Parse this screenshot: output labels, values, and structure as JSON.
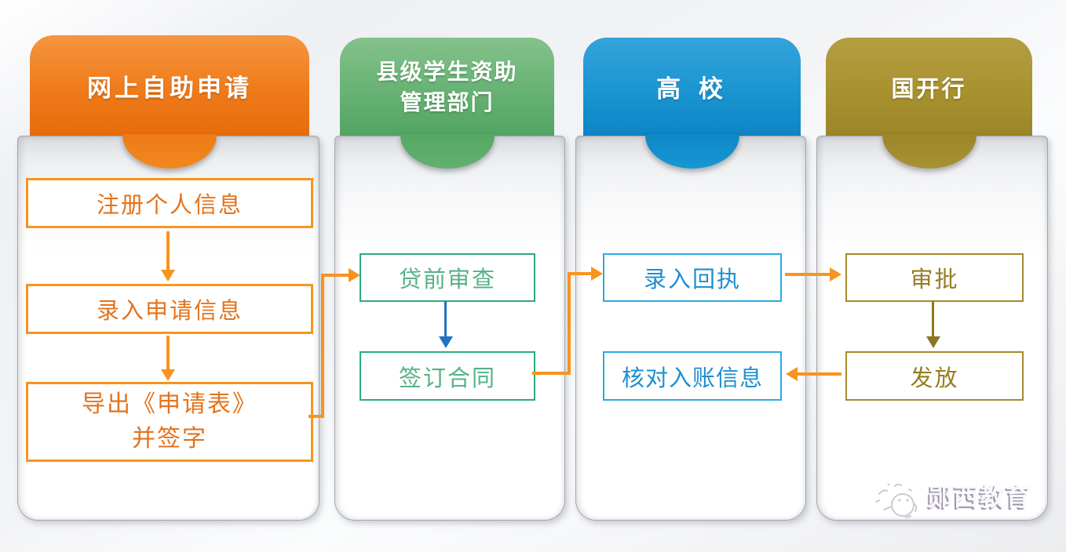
{
  "diagram": {
    "type": "flowchart",
    "columns": [
      {
        "header": {
          "lines": [
            "网上自助申请"
          ]
        },
        "tab_color": "#EE7A16",
        "box_border_color": "#F7941E",
        "box_text_color": "#E4731C",
        "steps": [
          {
            "lines": [
              "注册个人信息"
            ]
          },
          {
            "lines": [
              "录入申请信息"
            ]
          },
          {
            "lines": [
              "导出《申请表》",
              "并签字"
            ]
          }
        ]
      },
      {
        "header": {
          "lines": [
            "县级学生资助",
            "管理部门"
          ]
        },
        "tab_color": "#5AAA6E",
        "box_border_color": "#2CAB7C",
        "box_text_color": "#55B287",
        "steps": [
          {
            "lines": [
              "贷前审查"
            ]
          },
          {
            "lines": [
              "签订合同"
            ]
          }
        ]
      },
      {
        "header": {
          "lines": [
            "高  校"
          ]
        },
        "tab_color": "#1090CF",
        "box_border_color": "#2AABE2",
        "box_text_color": "#1D8FD1",
        "steps": [
          {
            "lines": [
              "录入回执"
            ]
          },
          {
            "lines": [
              "核对入账信息"
            ]
          }
        ]
      },
      {
        "header": {
          "lines": [
            "国开行"
          ]
        },
        "tab_color": "#A18B2D",
        "box_border_color": "#A5892B",
        "box_text_color": "#957D20",
        "steps": [
          {
            "lines": [
              "审批"
            ]
          },
          {
            "lines": [
              "发放"
            ]
          }
        ]
      }
    ],
    "connector_colors": {
      "cross_column": "#F7941E",
      "county_internal_arrow": "#2273C4",
      "bank_internal_arrow": "#8E7620",
      "online_internal_arrow": "#F7941E"
    }
  },
  "watermark": {
    "text": "郧西教育",
    "icon": "chick-sketch-icon"
  }
}
